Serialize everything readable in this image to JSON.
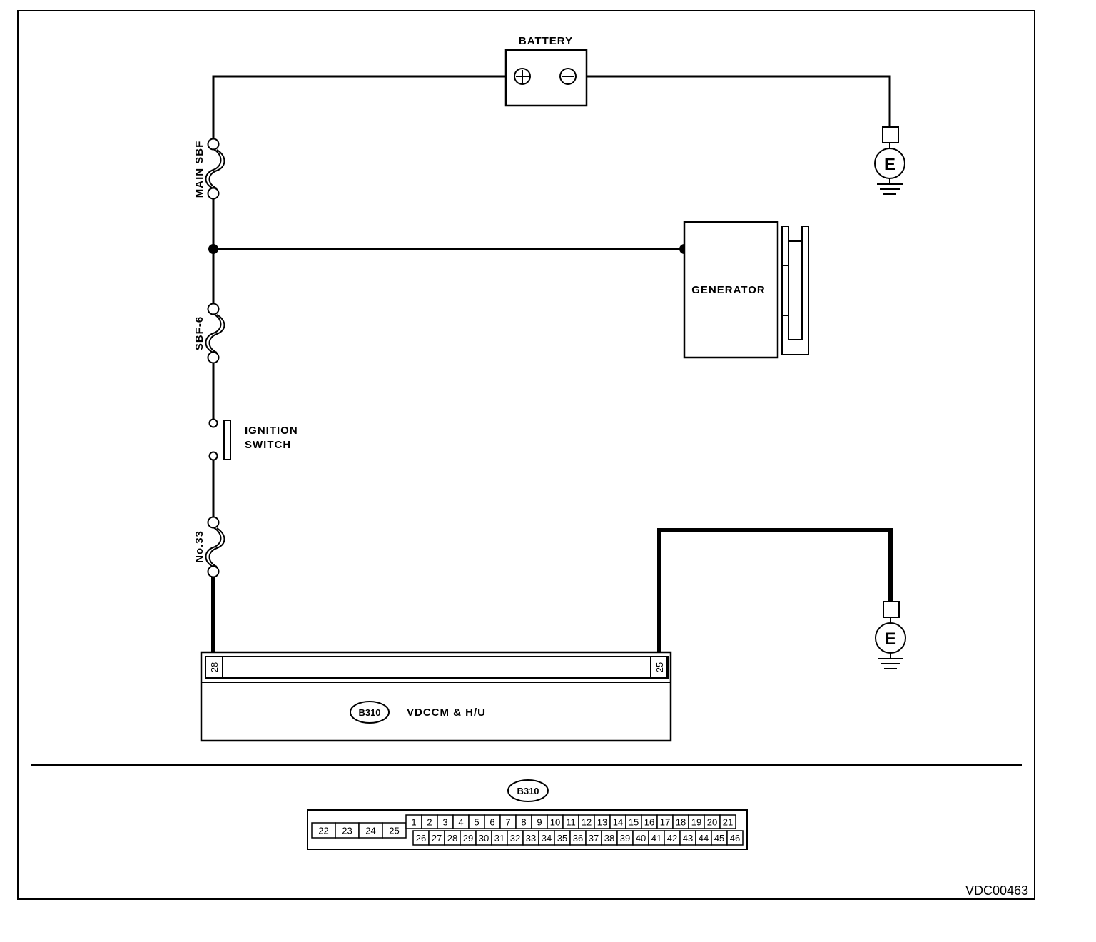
{
  "labels": {
    "battery": "BATTERY",
    "battery_pos": "⊕",
    "battery_neg": "⊖",
    "main_sbf": "MAIN SBF",
    "sbf6": "SBF-6",
    "ignition_line1": "IGNITION",
    "ignition_line2": "SWITCH",
    "no33": "No.33",
    "generator": "GENERATOR",
    "ground": "E",
    "module_connector": "B310",
    "module_name": "VDCCM & H/U",
    "pin_left": "28",
    "pin_right": "25",
    "connector_title": "B310",
    "figure_code": "VDC00463"
  },
  "connector": {
    "left_block": [
      "22",
      "23",
      "24",
      "25"
    ],
    "row1": [
      "1",
      "2",
      "3",
      "4",
      "5",
      "6",
      "7",
      "8",
      "9",
      "10",
      "11",
      "12",
      "13",
      "14",
      "15",
      "16",
      "17",
      "18",
      "19",
      "20",
      "21"
    ],
    "row2": [
      "26",
      "27",
      "28",
      "29",
      "30",
      "31",
      "32",
      "33",
      "34",
      "35",
      "36",
      "37",
      "38",
      "39",
      "40",
      "41",
      "42",
      "43",
      "44",
      "45",
      "46"
    ]
  }
}
